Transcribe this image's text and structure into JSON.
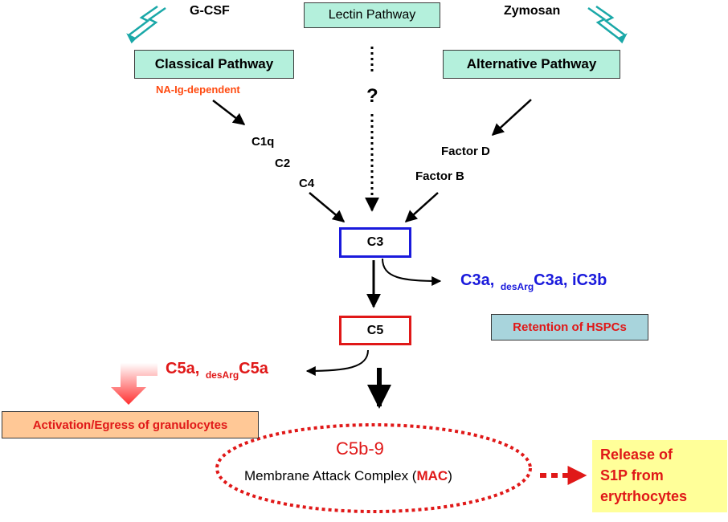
{
  "inputs": {
    "gcsf": "G-CSF",
    "zymosan": "Zymosan"
  },
  "pathways": {
    "lectin": "Lectin Pathway",
    "classical": "Classical Pathway",
    "alternative": "Alternative Pathway",
    "classical_note": "NA-Ig-dependent",
    "lectin_unknown": "?"
  },
  "components": {
    "c1q": "C1q",
    "c2": "C2",
    "c4": "C4",
    "factor_d": "Factor D",
    "factor_b": "Factor B",
    "c3": "C3",
    "c5": "C5"
  },
  "products": {
    "c3_main": "C3a,",
    "c3_sub": "desArg",
    "c3_rest": "C3a,  iC3b",
    "c5_main": "C5a,",
    "c5_sub": "desArg",
    "c5_rest": "C5a"
  },
  "effects": {
    "retention": "Retention of HSPCs",
    "activation": "Activation/Egress of granulocytes",
    "mac_title": "C5b-9",
    "mac_text_pre": "Membrane Attack Complex (",
    "mac_abbr": "MAC",
    "mac_text_post": ")",
    "release_line1": "Release of",
    "release_line2": "S1P from",
    "release_line3": "erytrhocytes"
  },
  "colors": {
    "pathway_box": "#b4f0dc",
    "c3_border": "#1a1adc",
    "c5_border": "#e01818",
    "c3_products": "#1a1adc",
    "c5_products": "#e01818",
    "note_orange": "#ff4a10",
    "retention_box": "#a8d4dc",
    "activation_box": "#ffc896",
    "release_box": "#ffff99",
    "mac_red": "#e01818",
    "lightning": "#1aa8a8"
  }
}
